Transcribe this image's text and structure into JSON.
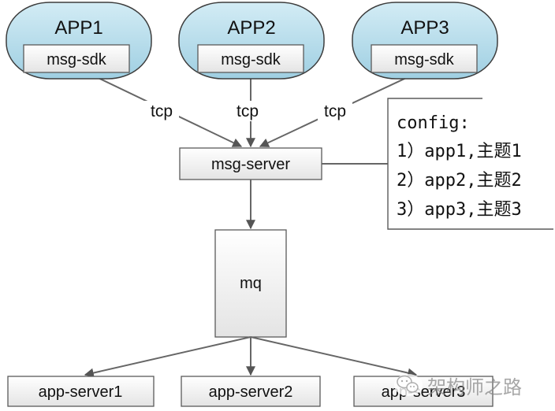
{
  "apps": [
    {
      "name": "APP1",
      "sdk": "msg-sdk"
    },
    {
      "name": "APP2",
      "sdk": "msg-sdk"
    },
    {
      "name": "APP3",
      "sdk": "msg-sdk"
    }
  ],
  "links": [
    {
      "label": "tcp"
    },
    {
      "label": "tcp"
    },
    {
      "label": "tcp"
    }
  ],
  "msg_server": "msg-server",
  "config": {
    "title": "config:",
    "lines": [
      "1）app1,主题1",
      "2）app2,主题2",
      "3）app3,主题3"
    ]
  },
  "mq": "mq",
  "app_servers": [
    "app-server1",
    "app-server2",
    "app-server3"
  ],
  "watermark": {
    "text": "架构师之路",
    "icon": "wechat-icon"
  },
  "colors": {
    "app_fill_top": "#d3ecf5",
    "app_fill_bottom": "#9fcfe2",
    "box_fill_top": "#ffffff",
    "box_fill_bottom": "#e4e4e4",
    "edge": "#666666",
    "arrow": "#555555"
  }
}
